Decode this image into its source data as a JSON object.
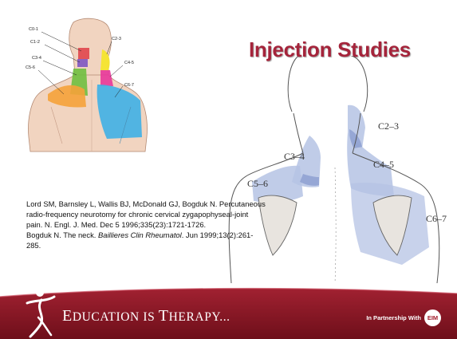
{
  "title": "Injection Studies",
  "references": [
    {
      "text": "Lord SM, Barnsley L, Wallis BJ, McDonald GJ, Bogduk N. Percutaneous radio-frequency neurotomy for chronic cervical zygapophyseal-joint pain. N. Engl. J. Med. Dec 5 1996;335(23):1721-1726."
    },
    {
      "pre": "Bogduk N. The neck. ",
      "italic": "Baillieres Clin Rheumatol",
      "post": ". Jun 1999;13(2):261-285."
    }
  ],
  "small_diagram_labels": [
    "C0-1",
    "C1-2",
    "C3-4",
    "C5-6",
    "C2-3",
    "C4-5",
    "C6-7"
  ],
  "large_diagram_labels": [
    "C2–3",
    "C3–4",
    "C4–5",
    "C5–6",
    "C6–7"
  ],
  "footer": {
    "slogan_first": "E",
    "slogan_rest_1": "DUCATION IS ",
    "slogan_cap_2": "T",
    "slogan_rest_2": "HERAPY...",
    "partner_text": "In Partnership With",
    "partner_logo": "EIM"
  },
  "colors": {
    "title": "#a5243b",
    "footer_bg": "#8f1624",
    "zone_c01": "#e0464c",
    "zone_c12": "#7e57c2",
    "zone_c23": "#f4e52d",
    "zone_c34": "#6fbf3f",
    "zone_c45": "#e8379a",
    "zone_c56": "#f5a23a",
    "zone_c67": "#3fb0e6",
    "pain_zone": "#b5c3e4"
  }
}
